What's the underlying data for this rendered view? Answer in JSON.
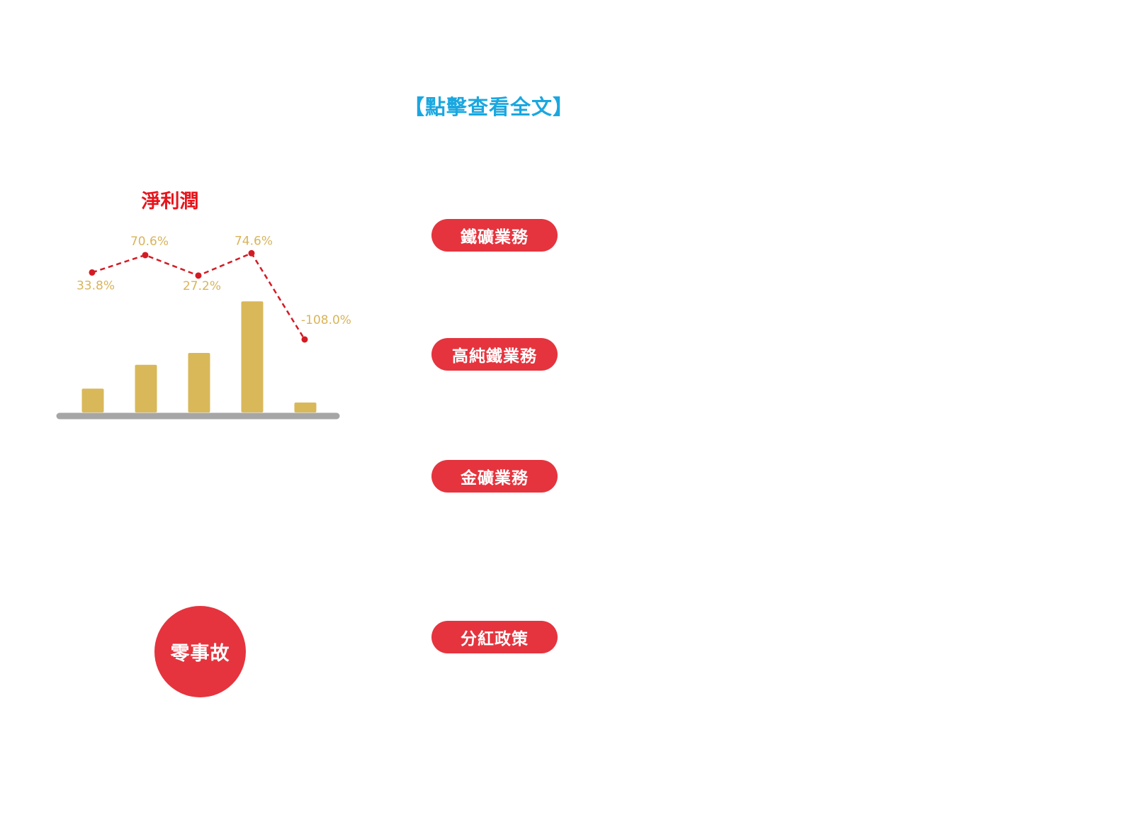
{
  "read_more": "【點擊查看全文】",
  "chart_data": {
    "type": "bar",
    "title": "淨利潤",
    "categories": [
      "",
      "",
      "",
      "",
      ""
    ],
    "series": [
      {
        "values": [
          1.2,
          2.4,
          3.0,
          5.6,
          0.5
        ]
      },
      {
        "values": [
          33.8,
          70.6,
          27.2,
          74.6,
          -108.0
        ]
      }
    ],
    "line_labels": [
      "33.8%",
      "70.6%",
      "27.2%",
      "74.6%",
      "-108.0%"
    ],
    "colors": {
      "bar": "#d9b85a",
      "line": "#d31b24",
      "label": "#d9b45a",
      "baseline": "#a6a6a6"
    }
  },
  "buttons": {
    "iron_ore": "鐵礦業務",
    "high_purity_iron": "高純鐵業務",
    "gold": "金礦業務",
    "dividend": "分紅政策"
  },
  "safety_badge": "零事故"
}
